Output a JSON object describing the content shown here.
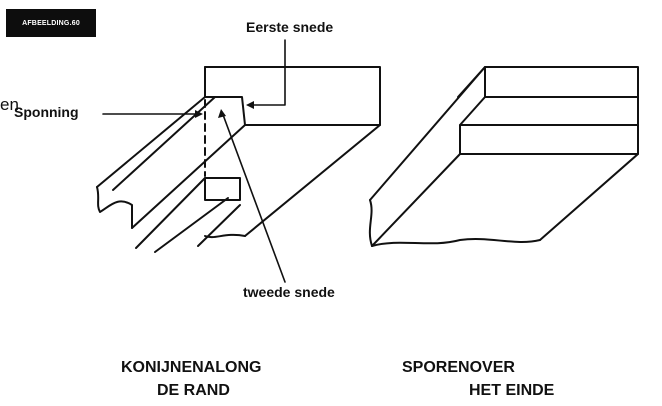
{
  "badge": {
    "text": "AFBEELDING.60"
  },
  "left_fragment": "en",
  "labels": {
    "first_cut": "Eerste snede",
    "rabbet": "Sponning",
    "second_cut": "tweede snede"
  },
  "captions": {
    "left_line1": "KONIJNENALONG",
    "left_line2": "DE RAND",
    "right_line1": "SPORENOVER",
    "right_line2": "HET EINDE"
  },
  "colors": {
    "ink": "#111111",
    "badge_bg": "#0d0d0d",
    "paper": "#ffffff"
  }
}
